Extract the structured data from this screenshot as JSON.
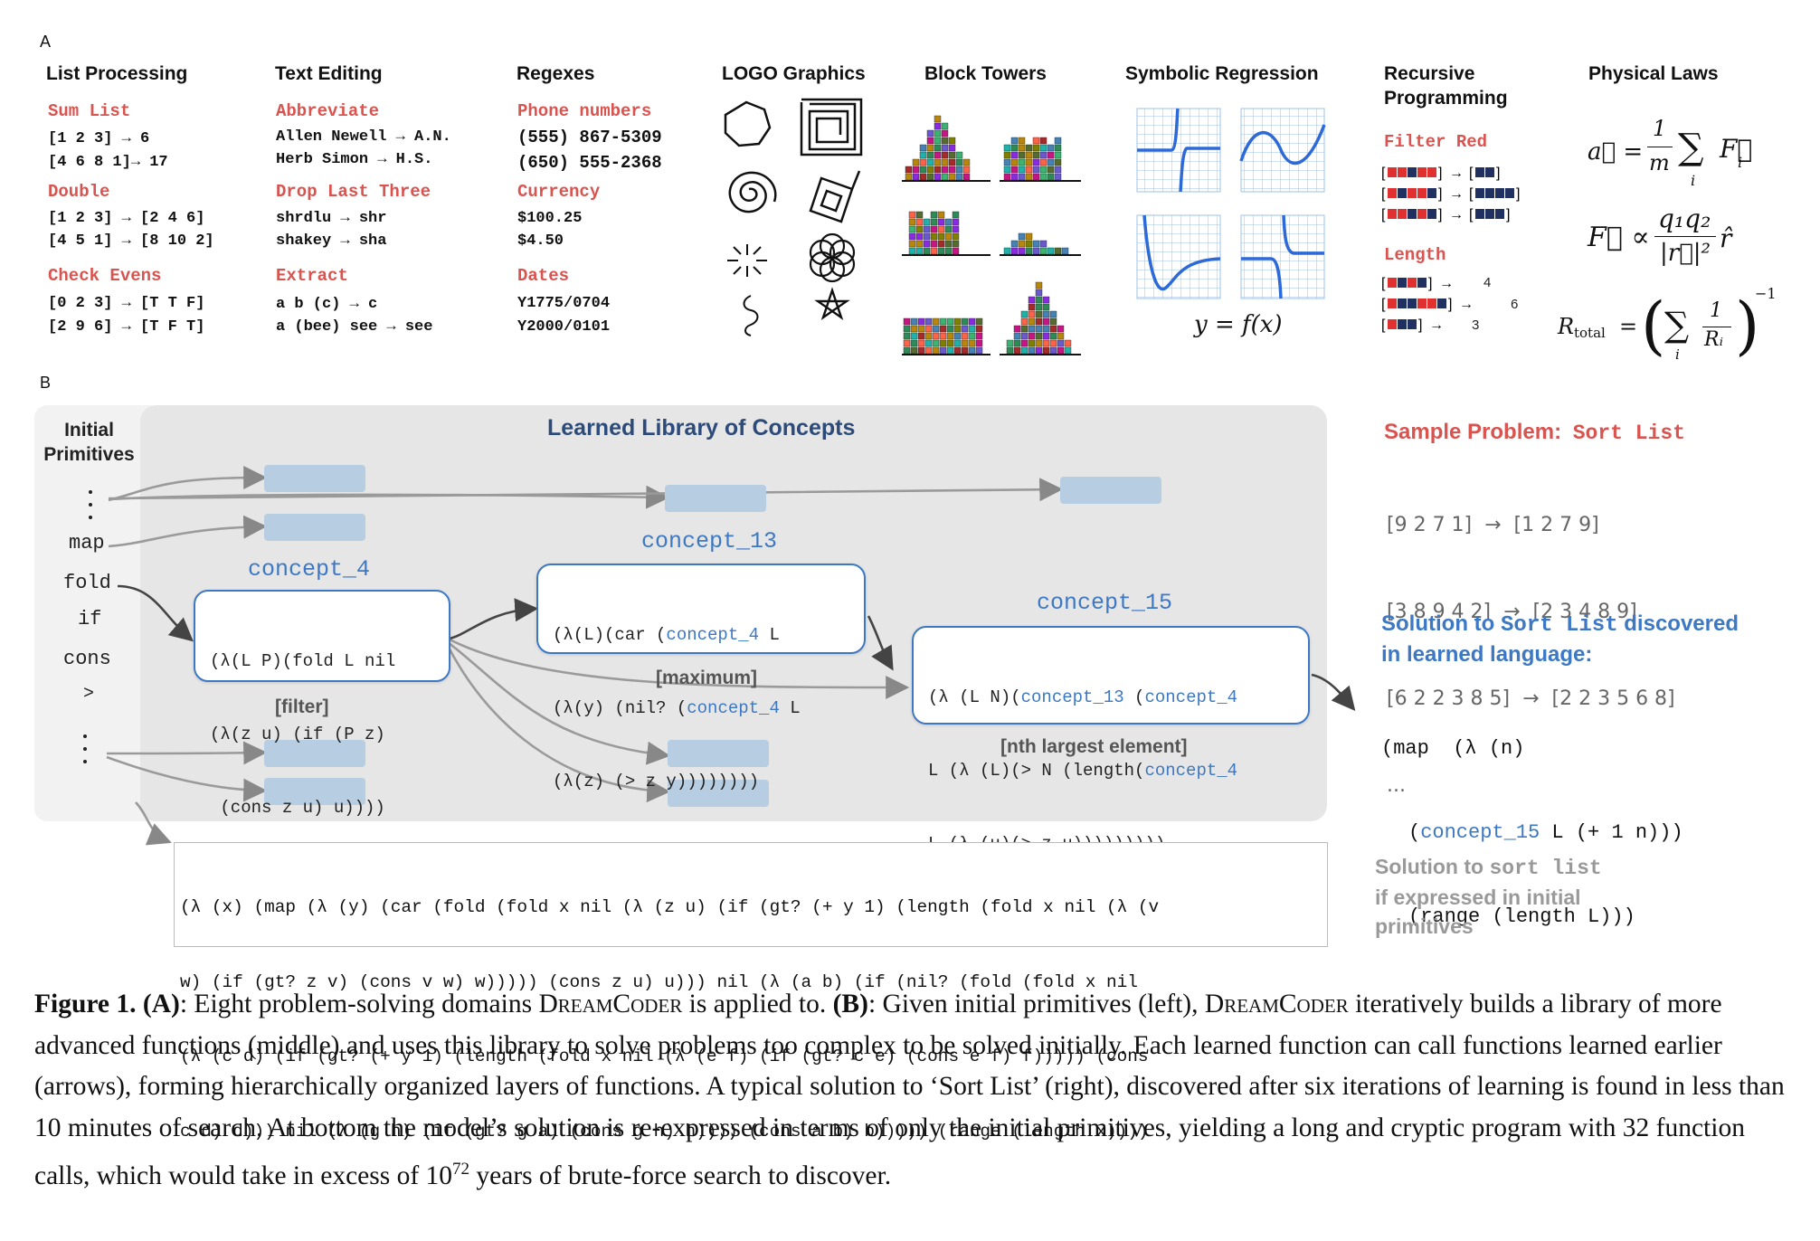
{
  "panel_a_label": "A",
  "panel_b_label": "B",
  "domains": {
    "list_processing": {
      "title": "List Processing",
      "groups": [
        {
          "name": "Sum List",
          "lines": [
            "[1 2 3] → 6",
            "[4 6 8 1]→ 17"
          ]
        },
        {
          "name": "Double",
          "lines": [
            "[1 2 3] → [2 4 6]",
            "[4 5 1] → [8 10 2]"
          ]
        },
        {
          "name": "Check Evens",
          "lines": [
            "[0 2 3] → [T T F]",
            "[2 9 6] → [T F T]"
          ]
        }
      ]
    },
    "text_editing": {
      "title": "Text Editing",
      "groups": [
        {
          "name": "Abbreviate",
          "lines": [
            "Allen Newell → A.N.",
            "Herb Simon → H.S."
          ]
        },
        {
          "name": "Drop Last Three",
          "lines": [
            "shrdlu → shr",
            "shakey → sha"
          ]
        },
        {
          "name": "Extract",
          "lines": [
            "a b (c) → c",
            "a (bee) see → see"
          ]
        }
      ]
    },
    "regexes": {
      "title": "Regexes",
      "groups": [
        {
          "name": "Phone numbers",
          "lines": [
            "(555) 867-5309",
            "(650) 555-2368"
          ]
        },
        {
          "name": "Currency",
          "lines": [
            "$100.25",
            "$4.50"
          ]
        },
        {
          "name": "Dates",
          "lines": [
            "Y1775/0704",
            "Y2000/0101"
          ]
        }
      ]
    },
    "logo": {
      "title": "LOGO Graphics"
    },
    "block_towers": {
      "title": "Block Towers"
    },
    "symbolic_regression": {
      "title": "Symbolic Regression",
      "formula": "y = f(x)"
    },
    "recursive_programming": {
      "title_line1": "Recursive",
      "title_line2": "Programming",
      "filter_red": "Filter Red",
      "length": "Length",
      "length_outputs": [
        "4",
        "6",
        "3"
      ]
    },
    "physical_laws": {
      "title": "Physical Laws",
      "eq1_lhs": "a⃗ =",
      "eq1_frac_num": "1",
      "eq1_frac_den": "m",
      "eq1_sum": "∑",
      "eq1_sum_idx": "i",
      "eq1_term": "F⃗",
      "eq1_term_sub": "i",
      "eq2_lhs": "F⃗ ∝",
      "eq2_num": "q₁q₂",
      "eq2_den": "|r⃗|²",
      "eq2_term": "r̂",
      "eq3_lhs": "R",
      "eq3_lhs_sub": "total",
      "eq3_eq": "=",
      "eq3_frac_num": "1",
      "eq3_frac_den": "Rᵢ",
      "eq3_exp": "−1"
    }
  },
  "panel_b": {
    "initial_primitives_line1": "Initial",
    "initial_primitives_line2": "Primitives",
    "primitives": [
      "map",
      "fold",
      "if",
      "cons",
      ">"
    ],
    "library_title": "Learned Library of Concepts",
    "concept_4": {
      "title": "concept_4",
      "tag": "[filter]",
      "code_lines": [
        "(λ(L P)(fold L nil",
        "(λ(z u) (if (P z)",
        " (cons z u) u))))"
      ]
    },
    "concept_13": {
      "title": "concept_13",
      "tag": "[maximum]",
      "line1_a": "(λ(L)(car (",
      "line1_ref": "concept_4",
      "line1_b": " L",
      "line2_a": "(λ(y) (nil? (",
      "line2_ref": "concept_4",
      "line2_b": " L",
      "line3": "(λ(z) (> z y))))))))"
    },
    "concept_15": {
      "title": "concept_15",
      "tag": "[nth largest element]",
      "line1_a": "(λ (L N)(",
      "line1_ref1": "concept_13",
      "line1_b": " (",
      "line1_ref2": "concept_4",
      "line2_a": "L (λ (L)(> N (length(",
      "line2_ref": "concept_4",
      "line3": "L (λ (u)(> z u)))))))))"
    },
    "sample_problem_label": "Sample Problem:",
    "sample_problem_name": "Sort List",
    "sample_examples": [
      "[9 2 7 1]  →  [1 2 7 9]",
      "[3 8 9 4 2]  →  [2 3 4 8 9]",
      "[6 2 2 3 8 5]  →  [2 2 3 5 6 8]",
      "..."
    ],
    "solution_label_a": "Solution to ",
    "solution_label_name": "Sort List",
    "solution_label_b": " discovered",
    "solution_label_c": "in learned language:",
    "solution_code_line1": "(map  (λ (n)",
    "solution_code_line2_ref": "concept_15",
    "solution_code_line2_b": " L (+ 1 n)))",
    "solution_code_line3": "(range (length L)))",
    "long_code_lines": [
      "(λ (x) (map (λ (y) (car (fold (fold x nil (λ (z u) (if (gt? (+ y 1) (length (fold x nil (λ (v",
      "w) (if (gt? z v) (cons v w) w))))) (cons z u) u))) nil (λ (a b) (if (nil? (fold (fold x nil",
      "(λ (c d) (if (gt? (+ y 1) (length (fold x nil (λ (e f) (if (gt? c e) (cons e f) f))))) (cons",
      "c d) d))) nil (λ (g h) (if (gt? g a) (cons g h) h)))) (cons a b) b))))) (range (length x))))"
    ],
    "initial_solution_label_a": "Solution to ",
    "initial_solution_label_name": "sort list",
    "initial_solution_label_b": "if expressed in initial",
    "initial_solution_label_c": "primitives"
  },
  "caption": {
    "fig": "Figure 1.",
    "a_label": "(A)",
    "a_text": ": Eight problem-solving domains ",
    "dreamcoder": "DreamCoder",
    "a_text2": " is applied to. ",
    "b_label": "(B)",
    "b_text": ": Given initial primitives (left), ",
    "rest_line1": " iteratively builds a library of more advanced functions (middle) and uses this library to solve problems too complex to be solved initially. Each learned function can call functions learned earlier (arrows), forming hierarchically organized layers of functions. A typical solution to ‘Sort List’ (right), discovered after six iterations of learning is found in less than 10 minutes of search. At bottom the model’s solution is re-expressed in terms of only the initial primitives, yielding a long and cryptic program with 32 function calls, which would take in excess of 10",
    "exp": "72",
    "rest_end": " years of brute-force search to discover."
  },
  "colors": {
    "red_title": "#d9534f",
    "concept_blue": "#3d78c4",
    "slot_blue": "#b7cde1",
    "library_bg": "#e6e6e6"
  }
}
